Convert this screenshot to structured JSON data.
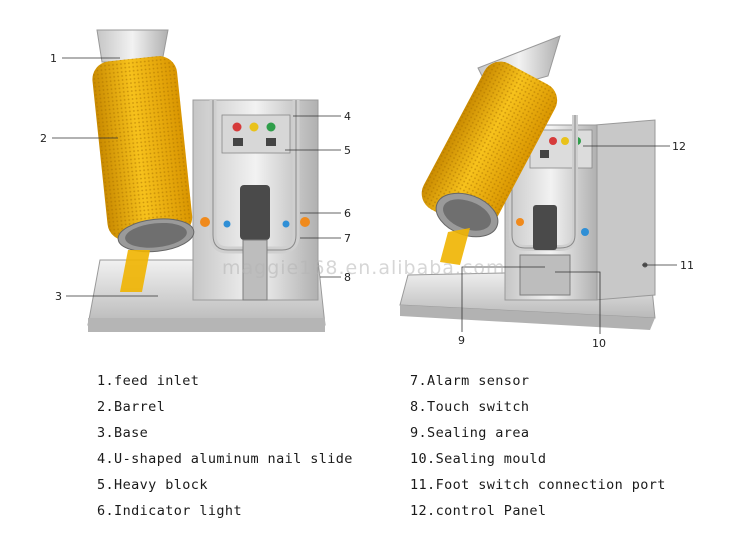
{
  "callouts": [
    "1",
    "2",
    "3",
    "4",
    "5",
    "6",
    "7",
    "8",
    "9",
    "10",
    "11",
    "12"
  ],
  "legend_left": [
    "1.feed inlet",
    "2.Barrel",
    "3.Base",
    "4.U-shaped aluminum nail slide",
    "5.Heavy block",
    "6.Indicator light"
  ],
  "legend_right": [
    "7.Alarm sensor",
    "8.Touch switch",
    "9.Sealing area",
    "10.Sealing mould",
    "11.Foot switch connection port",
    "12.control Panel"
  ],
  "watermark": "maggie168.en.alibaba.com",
  "colors": {
    "steel_light": "#e2e2e2",
    "steel_dark": "#a8a8a8",
    "mesh_yellow": "#f2b400",
    "mesh_dark": "#c98a00",
    "button_red": "#d63b3b",
    "button_yellow": "#e9c21a",
    "button_green": "#2f9e4a",
    "knob_orange": "#f08a1c",
    "knob_blue": "#2f8fd6"
  }
}
